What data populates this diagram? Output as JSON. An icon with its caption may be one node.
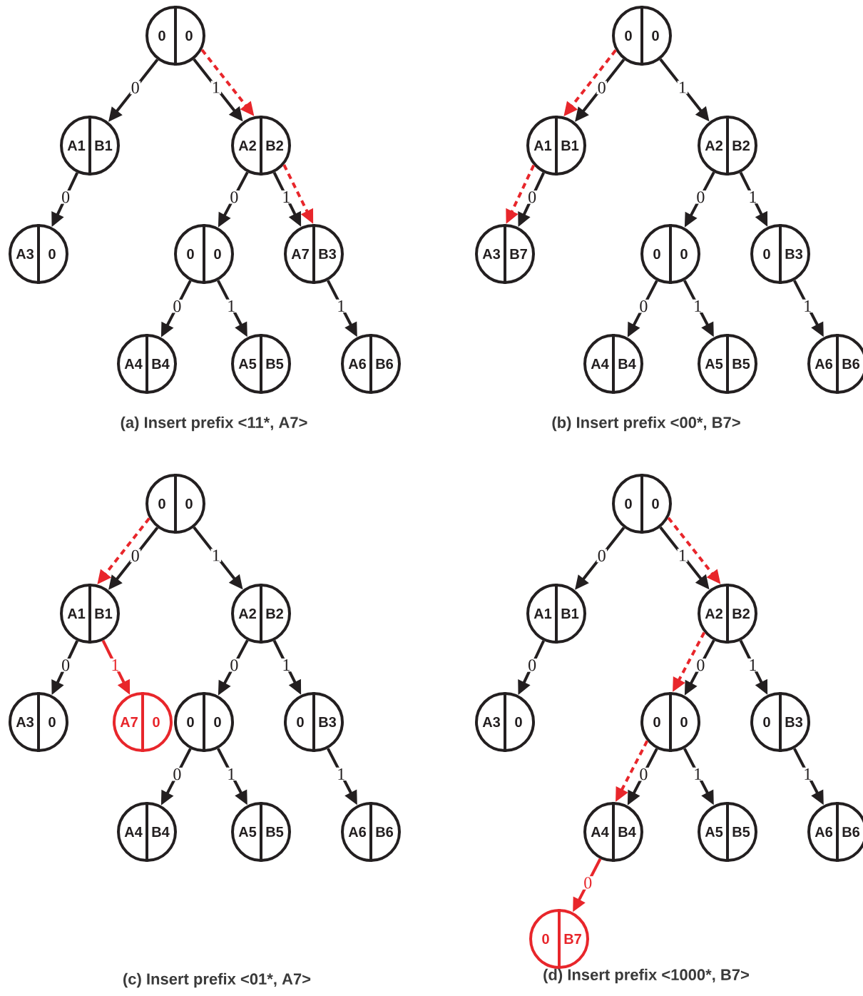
{
  "diagram": {
    "nodes": [
      {
        "text": [
          "0",
          "0"
        ]
      },
      {
        "text": [
          "A1",
          "B1"
        ]
      },
      {
        "text": [
          "A2",
          "B2"
        ]
      },
      {
        "text": [
          "A3",
          "0"
        ]
      },
      {
        "text": [
          "0",
          "0"
        ]
      },
      {
        "text": [
          "A7",
          "B3"
        ]
      },
      {
        "text": [
          "A4",
          "B4"
        ]
      },
      {
        "text": [
          "A5",
          "B5"
        ]
      },
      {
        "text": [
          "A6",
          "B6"
        ]
      },
      {
        "text": [
          "0",
          "0"
        ]
      },
      {
        "text": [
          "A1",
          "B1"
        ]
      },
      {
        "text": [
          "A2",
          "B2"
        ]
      },
      {
        "text": [
          "A3",
          "B7"
        ]
      },
      {
        "text": [
          "0",
          "0"
        ]
      },
      {
        "text": [
          "0",
          "B3"
        ]
      },
      {
        "text": [
          "A4",
          "B4"
        ]
      },
      {
        "text": [
          "A5",
          "B5"
        ]
      },
      {
        "text": [
          "A6",
          "B6"
        ]
      },
      {
        "text": [
          "0",
          "0"
        ]
      },
      {
        "text": [
          "A1",
          "B1"
        ]
      },
      {
        "text": [
          "A2",
          "B2"
        ]
      },
      {
        "text": [
          "A3",
          "0"
        ]
      },
      {
        "text": [
          "A7",
          "0"
        ]
      },
      {
        "text": [
          "0",
          "0"
        ]
      },
      {
        "text": [
          "0",
          "B3"
        ]
      },
      {
        "text": [
          "A4",
          "B4"
        ]
      },
      {
        "text": [
          "A5",
          "B5"
        ]
      },
      {
        "text": [
          "A6",
          "B6"
        ]
      },
      {
        "text": [
          "0",
          "0"
        ]
      },
      {
        "text": [
          "A1",
          "B1"
        ]
      },
      {
        "text": [
          "A2",
          "B2"
        ]
      },
      {
        "text": [
          "A3",
          "0"
        ]
      },
      {
        "text": [
          "0",
          "0"
        ]
      },
      {
        "text": [
          "0",
          "B3"
        ]
      },
      {
        "text": [
          "A4",
          "B4"
        ]
      },
      {
        "text": [
          "A5",
          "B5"
        ]
      },
      {
        "text": [
          "A6",
          "B6"
        ]
      },
      {
        "text": [
          "0",
          "B7"
        ]
      }
    ],
    "edges": [
      {
        "from": 0,
        "to": 1,
        "arrow": "to",
        "label": "0"
      },
      {
        "from": 0,
        "to": 2,
        "arrow": "to",
        "label": "1"
      },
      {
        "from": 1,
        "to": 3,
        "arrow": "to",
        "label": "0"
      },
      {
        "from": 2,
        "to": 4,
        "arrow": "to",
        "label": "0"
      },
      {
        "from": 2,
        "to": 5,
        "arrow": "to",
        "label": "1"
      },
      {
        "from": 4,
        "to": 6,
        "arrow": "to",
        "label": "0"
      },
      {
        "from": 4,
        "to": 7,
        "arrow": "to",
        "label": "1"
      },
      {
        "from": 5,
        "to": 8,
        "arrow": "to",
        "label": "1"
      },
      {
        "from": 0,
        "to": 2,
        "arrow": "to",
        "style": "dashed",
        "color": "#e8262b"
      },
      {
        "from": 2,
        "to": 5,
        "arrow": "to",
        "style": "dashed",
        "color": "#e8262b"
      },
      {
        "from": 9,
        "to": 10,
        "arrow": "to",
        "label": "0"
      },
      {
        "from": 9,
        "to": 11,
        "arrow": "to",
        "label": "1"
      },
      {
        "from": 10,
        "to": 12,
        "arrow": "to",
        "label": "0"
      },
      {
        "from": 11,
        "to": 13,
        "arrow": "to",
        "label": "0"
      },
      {
        "from": 11,
        "to": 14,
        "arrow": "to",
        "label": "1"
      },
      {
        "from": 13,
        "to": 15,
        "arrow": "to",
        "label": "0"
      },
      {
        "from": 13,
        "to": 16,
        "arrow": "to",
        "label": "1"
      },
      {
        "from": 14,
        "to": 17,
        "arrow": "to",
        "label": "1"
      },
      {
        "from": 9,
        "to": 10,
        "arrow": "to",
        "style": "dashed",
        "color": "#e8262b"
      },
      {
        "from": 10,
        "to": 12,
        "arrow": "to",
        "style": "dashed",
        "color": "#e8262b"
      },
      {
        "from": 18,
        "to": 19,
        "arrow": "to",
        "label": "0"
      },
      {
        "from": 18,
        "to": 20,
        "arrow": "to",
        "label": "1"
      },
      {
        "from": 19,
        "to": 21,
        "arrow": "to",
        "label": "0"
      },
      {
        "from": 19,
        "to": 22,
        "arrow": "to",
        "label": "1",
        "color": "#e8262b"
      },
      {
        "from": 20,
        "to": 23,
        "arrow": "to",
        "label": "0"
      },
      {
        "from": 20,
        "to": 24,
        "arrow": "to",
        "label": "1"
      },
      {
        "from": 23,
        "to": 25,
        "arrow": "to",
        "label": "0"
      },
      {
        "from": 23,
        "to": 26,
        "arrow": "to",
        "label": "1"
      },
      {
        "from": 24,
        "to": 27,
        "arrow": "to",
        "label": "1"
      },
      {
        "from": 18,
        "to": 19,
        "arrow": "to",
        "style": "dashed",
        "color": "#e8262b"
      },
      {
        "from": 28,
        "to": 29,
        "arrow": "to",
        "label": "0"
      },
      {
        "from": 28,
        "to": 30,
        "arrow": "to",
        "label": "1"
      },
      {
        "from": 29,
        "to": 31,
        "arrow": "to",
        "label": "0"
      },
      {
        "from": 30,
        "to": 32,
        "arrow": "to",
        "label": "0"
      },
      {
        "from": 30,
        "to": 33,
        "arrow": "to",
        "label": "1"
      },
      {
        "from": 32,
        "to": 34,
        "arrow": "to",
        "label": "0"
      },
      {
        "from": 32,
        "to": 35,
        "arrow": "to",
        "label": "1"
      },
      {
        "from": 33,
        "to": 36,
        "arrow": "to",
        "label": "1"
      },
      {
        "from": 34,
        "to": 37,
        "arrow": "to",
        "label": "0",
        "color": "#e8262b"
      },
      {
        "from": 28,
        "to": 30,
        "arrow": "to",
        "style": "dashed",
        "color": "#e8262b"
      },
      {
        "from": 30,
        "to": 32,
        "arrow": "to",
        "style": "dashed",
        "color": "#e8262b"
      },
      {
        "from": 32,
        "to": 34,
        "arrow": "to",
        "style": "dashed",
        "color": "#e8262b"
      }
    ],
    "labels": [
      "(a) Insert prefix <11*, A7>",
      "(b) Insert prefix <00*, B7>",
      "(c) Insert prefix <01*, A7>",
      "(d) Insert prefix <1000*, B7>"
    ]
  }
}
